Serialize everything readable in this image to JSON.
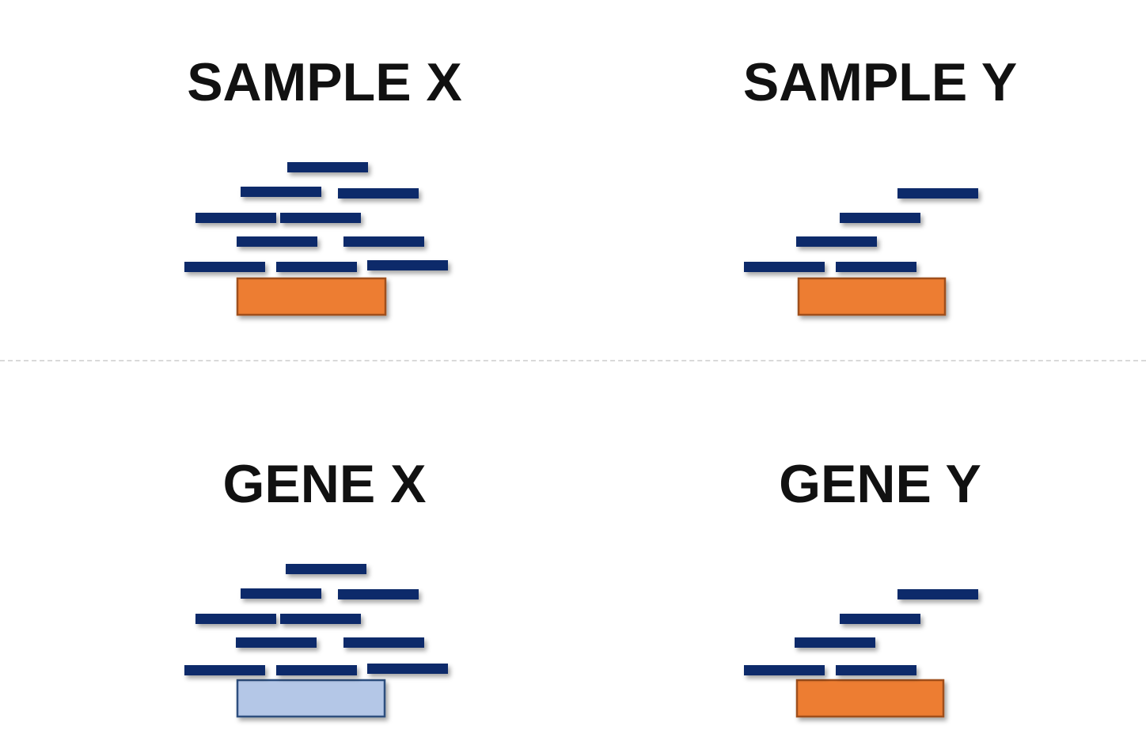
{
  "panels": [
    {
      "id": "sample-x",
      "title": "SAMPLE X",
      "feature_color": "#ED7D31",
      "feature_border": "#A0501A",
      "read_count": 10
    },
    {
      "id": "sample-y",
      "title": "SAMPLE Y",
      "feature_color": "#ED7D31",
      "feature_border": "#A0501A",
      "read_count": 5
    },
    {
      "id": "gene-x",
      "title": "GENE X",
      "feature_color": "#B4C7E7",
      "feature_border": "#2F4F7F",
      "read_count": 10
    },
    {
      "id": "gene-y",
      "title": "GENE Y",
      "feature_color": "#ED7D31",
      "feature_border": "#A0501A",
      "read_count": 5
    }
  ],
  "colors": {
    "read": "#0F2A6B",
    "reference_line": "#000000"
  }
}
